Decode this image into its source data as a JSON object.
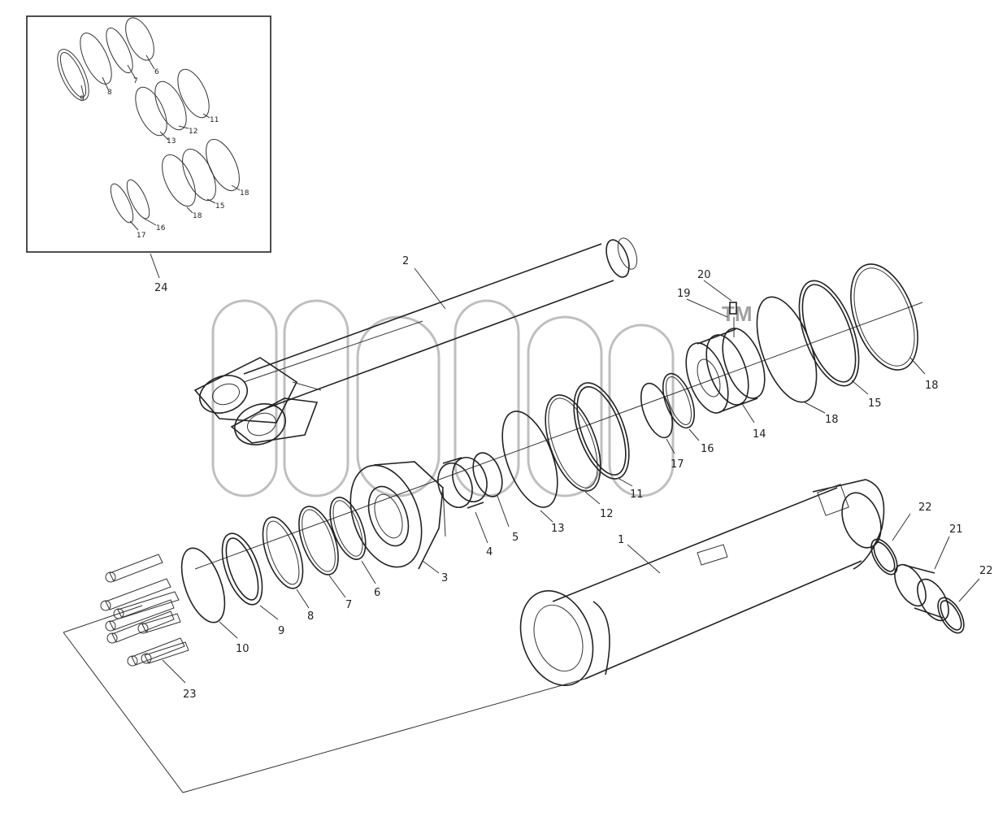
{
  "watermark": {
    "tm": "TM"
  },
  "kit": {
    "number": "24"
  },
  "kit_labels": [
    "9",
    "8",
    "7",
    "6",
    "13",
    "12",
    "11",
    "17",
    "16",
    "18",
    "15",
    "18"
  ],
  "labels": {
    "rod": "2",
    "cylinder": "1",
    "head": "3",
    "bushing": "4",
    "ring5": "5",
    "ring6": "6",
    "ring7": "7",
    "ring8": "8",
    "ring9": "9",
    "ring10": "10",
    "ring11": "11",
    "ring12": "12",
    "ring13": "13",
    "piston": "14",
    "ring15": "15",
    "ring16": "16",
    "ring17": "17",
    "ring18a": "18",
    "ring18b": "18",
    "part19": "19",
    "part20": "20",
    "bush21": "21",
    "ring22a": "22",
    "ring22b": "22",
    "bolts": "23"
  }
}
